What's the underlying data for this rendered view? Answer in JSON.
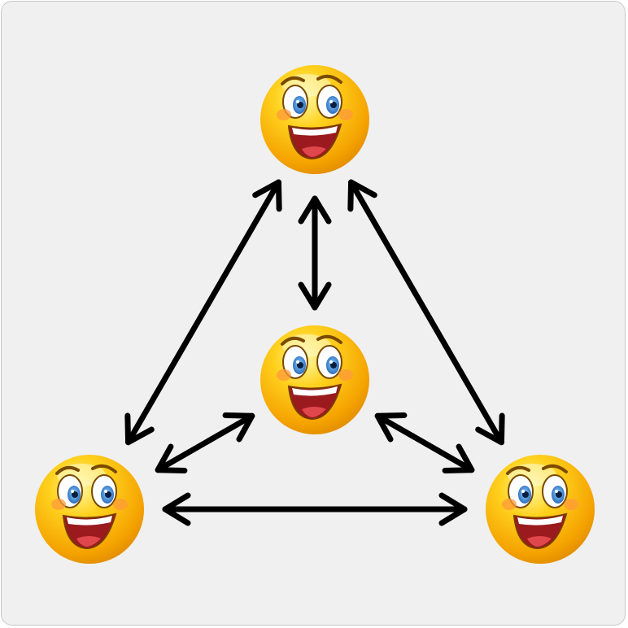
{
  "diagram": {
    "nodes": [
      {
        "id": "top",
        "icon": "smiley-face-icon"
      },
      {
        "id": "center",
        "icon": "smiley-face-icon"
      },
      {
        "id": "bottom-left",
        "icon": "smiley-face-icon"
      },
      {
        "id": "bottom-right",
        "icon": "smiley-face-icon"
      }
    ],
    "edges": [
      {
        "from": "top",
        "to": "bottom-left",
        "direction": "bidirectional"
      },
      {
        "from": "top",
        "to": "center",
        "direction": "bidirectional"
      },
      {
        "from": "top",
        "to": "bottom-right",
        "direction": "bidirectional"
      },
      {
        "from": "center",
        "to": "bottom-left",
        "direction": "bidirectional"
      },
      {
        "from": "center",
        "to": "bottom-right",
        "direction": "bidirectional"
      },
      {
        "from": "bottom-left",
        "to": "bottom-right",
        "direction": "bidirectional"
      }
    ],
    "colors": {
      "background": "#f0f0f0",
      "arrow": "#000000",
      "face": "#f5b800",
      "face_highlight": "#fff27a",
      "mouth": "#c0242a",
      "eye_iris": "#3b86d6"
    }
  }
}
